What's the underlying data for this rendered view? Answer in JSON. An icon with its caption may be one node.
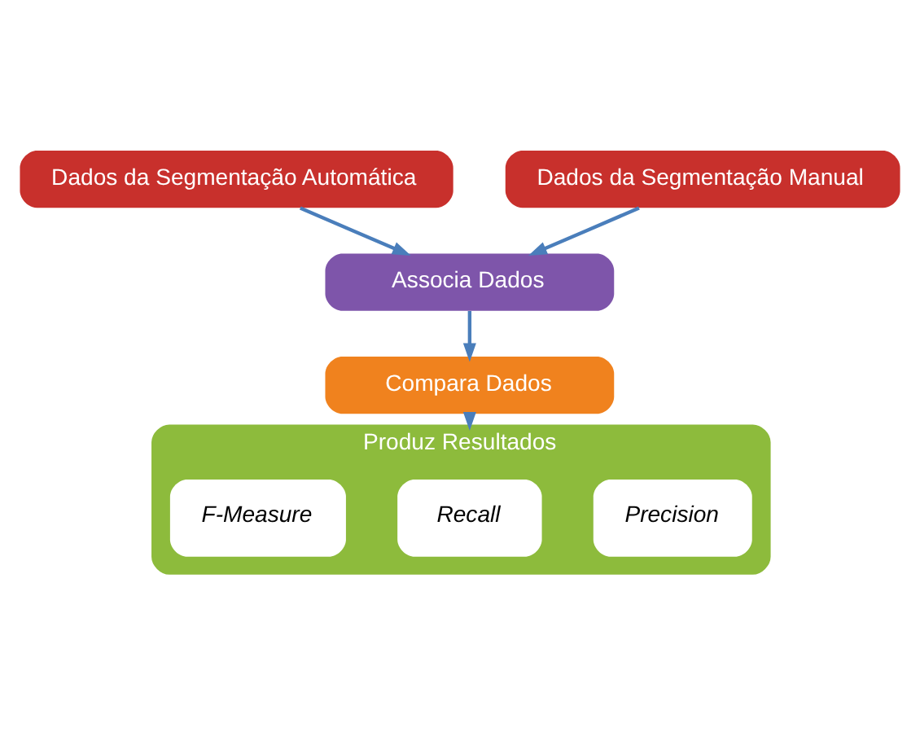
{
  "diagram": {
    "nodes": [
      {
        "text": [
          "Dados da Segmentação Automática"
        ]
      },
      {
        "text": [
          "Dados da Segmentação Manual"
        ]
      },
      {
        "text": [
          "Associa Dados"
        ]
      },
      {
        "text": [
          "Compara Dados"
        ]
      },
      {
        "text": [
          "Produz Resultados"
        ]
      },
      {
        "text": [
          "Precision"
        ],
        "in": 4
      },
      {
        "text": [
          "Recall"
        ],
        "in": 4
      },
      {
        "text": [
          "F-Measure"
        ],
        "in": 4
      }
    ],
    "edges": [
      {
        "from": 0,
        "to": 2,
        "arrow": "to"
      },
      {
        "from": 1,
        "to": 2,
        "arrow": "to"
      },
      {
        "from": 2,
        "to": 3,
        "arrow": "to"
      },
      {
        "from": 3,
        "to": 4,
        "arrow": "to"
      }
    ]
  }
}
